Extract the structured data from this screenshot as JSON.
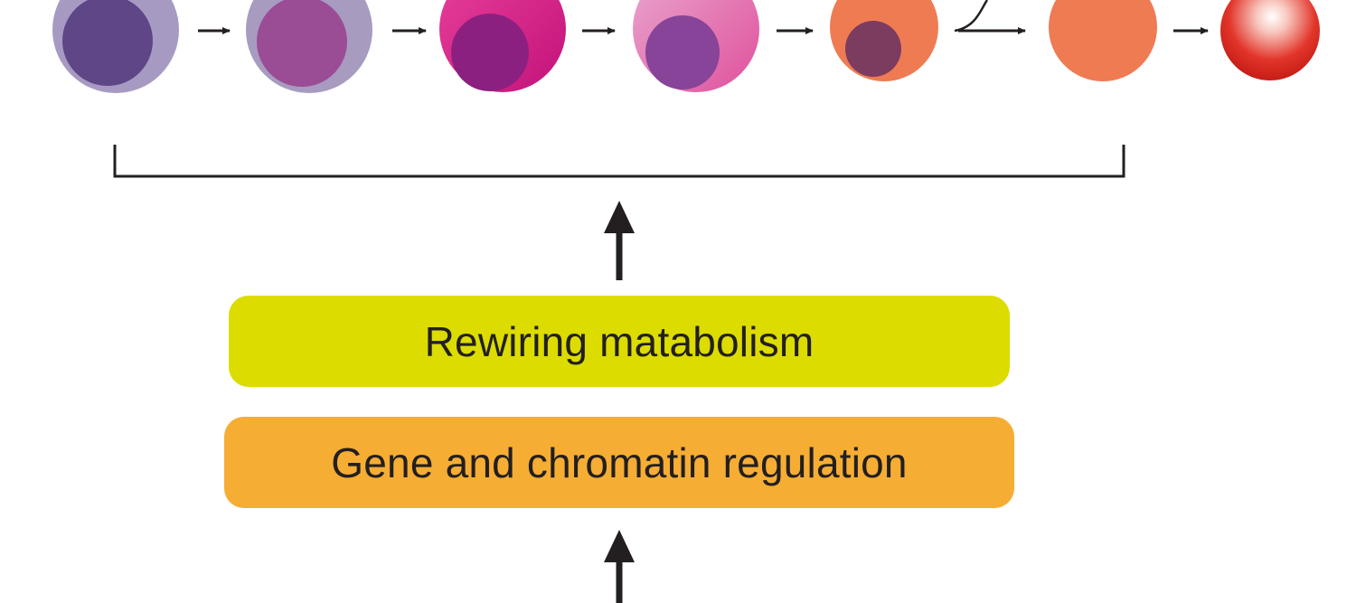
{
  "colors": {
    "background": "#ffffff",
    "line": "#231f20",
    "text": "#231f20",
    "metabolism_box": "#dcdc00",
    "gene_box": "#f6ad33"
  },
  "cells": [
    {
      "name": "cell-1",
      "outer": "#a79ac2",
      "inner": "#5e4687",
      "inner_offset": "left"
    },
    {
      "name": "cell-2",
      "outer": "#a89bc0",
      "inner": "#9a4c95",
      "inner_offset": "left"
    },
    {
      "name": "cell-3",
      "outer": "#d62887",
      "inner": "#8b2080",
      "inner_offset": "lower-left"
    },
    {
      "name": "cell-4",
      "outer": "#e062a4",
      "inner": "#874498",
      "inner_offset": "lower-left"
    },
    {
      "name": "cell-5",
      "outer": "#ef7b53",
      "inner": "#7c3c60",
      "inner_offset": "lower-left"
    },
    {
      "name": "cell-6",
      "outer": "#ef7b53",
      "inner": "",
      "inner_offset": "none"
    },
    {
      "name": "cell-7",
      "outer": "#e02f24",
      "inner": "#ffffff",
      "inner_offset": "radial-glow"
    }
  ],
  "boxes": {
    "metabolism": "Rewiring matabolism",
    "gene": "Gene and chromatin regulation"
  }
}
